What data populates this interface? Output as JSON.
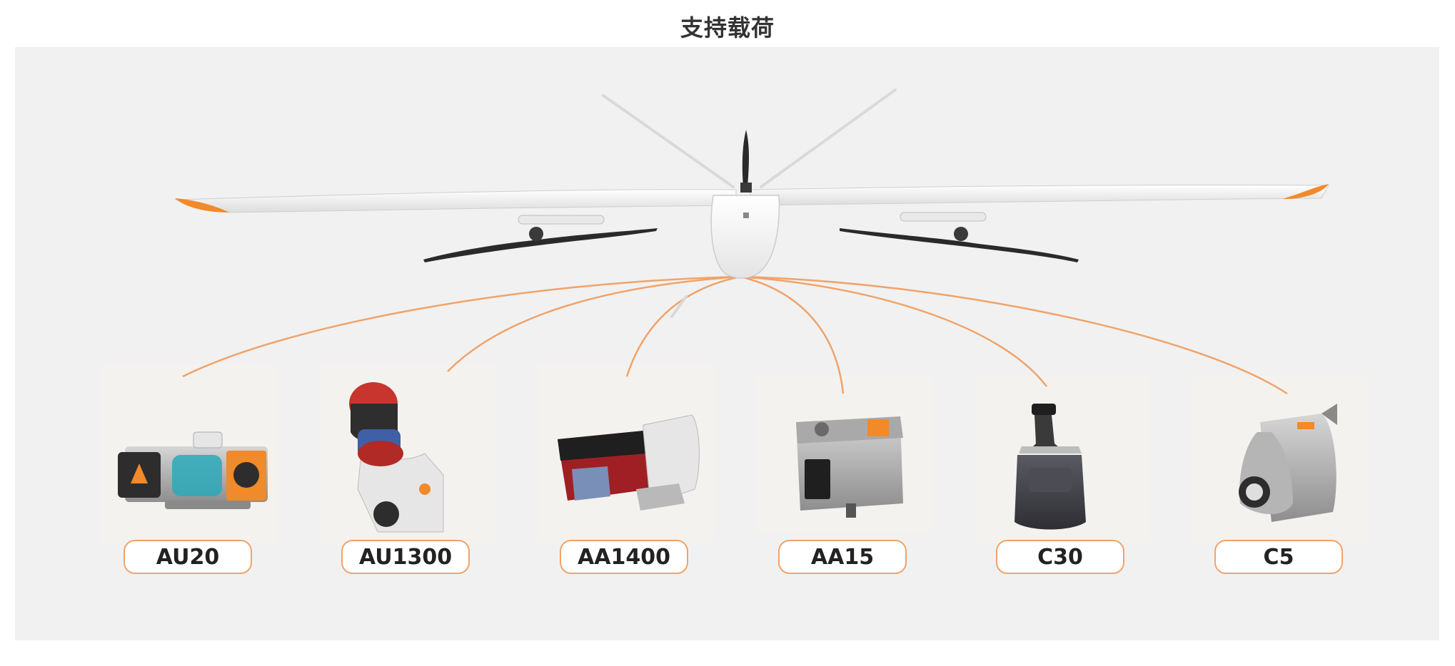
{
  "page": {
    "title": "支持载荷"
  },
  "colors": {
    "accent": "#f0a36a",
    "orange_tip": "#f08a2a",
    "panel_bg": "#f1f1f1",
    "card_bg": "#f4f2ef"
  },
  "payloads": [
    {
      "label": "AU20",
      "icon": "lidar-au20-icon"
    },
    {
      "label": "AU1300",
      "icon": "lidar-au1300-icon"
    },
    {
      "label": "AA1400",
      "icon": "lidar-aa1400-icon"
    },
    {
      "label": "AA15",
      "icon": "lidar-aa15-icon"
    },
    {
      "label": "C30",
      "icon": "camera-c30-icon"
    },
    {
      "label": "C5",
      "icon": "camera-c5-icon"
    }
  ]
}
